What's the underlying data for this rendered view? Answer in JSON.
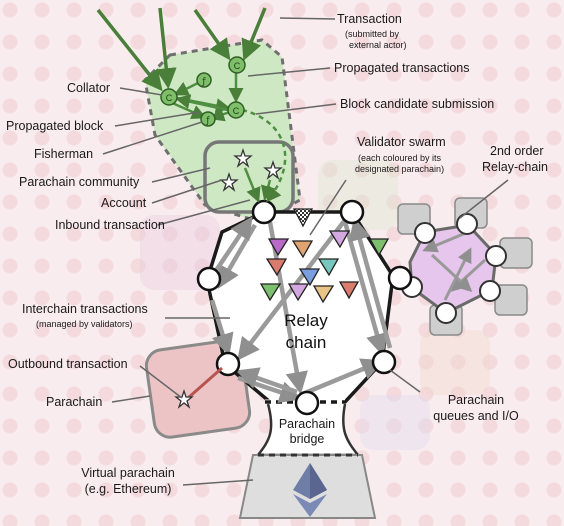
{
  "labels": {
    "transaction": "Transaction",
    "transaction_sub1": "(submitted by",
    "transaction_sub2": "external actor)",
    "collator": "Collator",
    "propagated_transactions": "Propagated transactions",
    "propagated_block": "Propagated block",
    "block_candidate_submission": "Block candidate submission",
    "fisherman": "Fisherman",
    "validator_swarm": "Validator swarm",
    "validator_swarm_sub1": "(each coloured by its",
    "validator_swarm_sub2": "designated parachain)",
    "second_order_1": "2nd order",
    "second_order_2": "Relay-chain",
    "parachain_community": "Parachain community",
    "account": "Account",
    "inbound_transaction": "Inbound transaction",
    "interchain_transactions": "Interchain transactions",
    "interchain_sub": "(managed by validators)",
    "relay_1": "Relay",
    "relay_2": "chain",
    "outbound_transaction": "Outbound transaction",
    "parachain": "Parachain",
    "parachain_bridge_1": "Parachain",
    "parachain_bridge_2": "bridge",
    "queues_1": "Parachain",
    "queues_2": "queues and I/O",
    "virtual_1": "Virtual parachain",
    "virtual_2": "(e.g. Ethereum)"
  },
  "icons": {
    "collator": "C",
    "fisherman": "ƒ",
    "account": "star",
    "ethereum": "ethereum-logo"
  },
  "colors": {
    "parachain_green": "#cfe8c4",
    "parachain_red": "#ecc4c6",
    "second_order_purple": "#e6c6ec",
    "relay_fill": "#ffffff",
    "arrow_grey": "#9a9a9a",
    "collator_green": "#7fbf6a",
    "tx_arrow_green": "#4a7f3a"
  }
}
